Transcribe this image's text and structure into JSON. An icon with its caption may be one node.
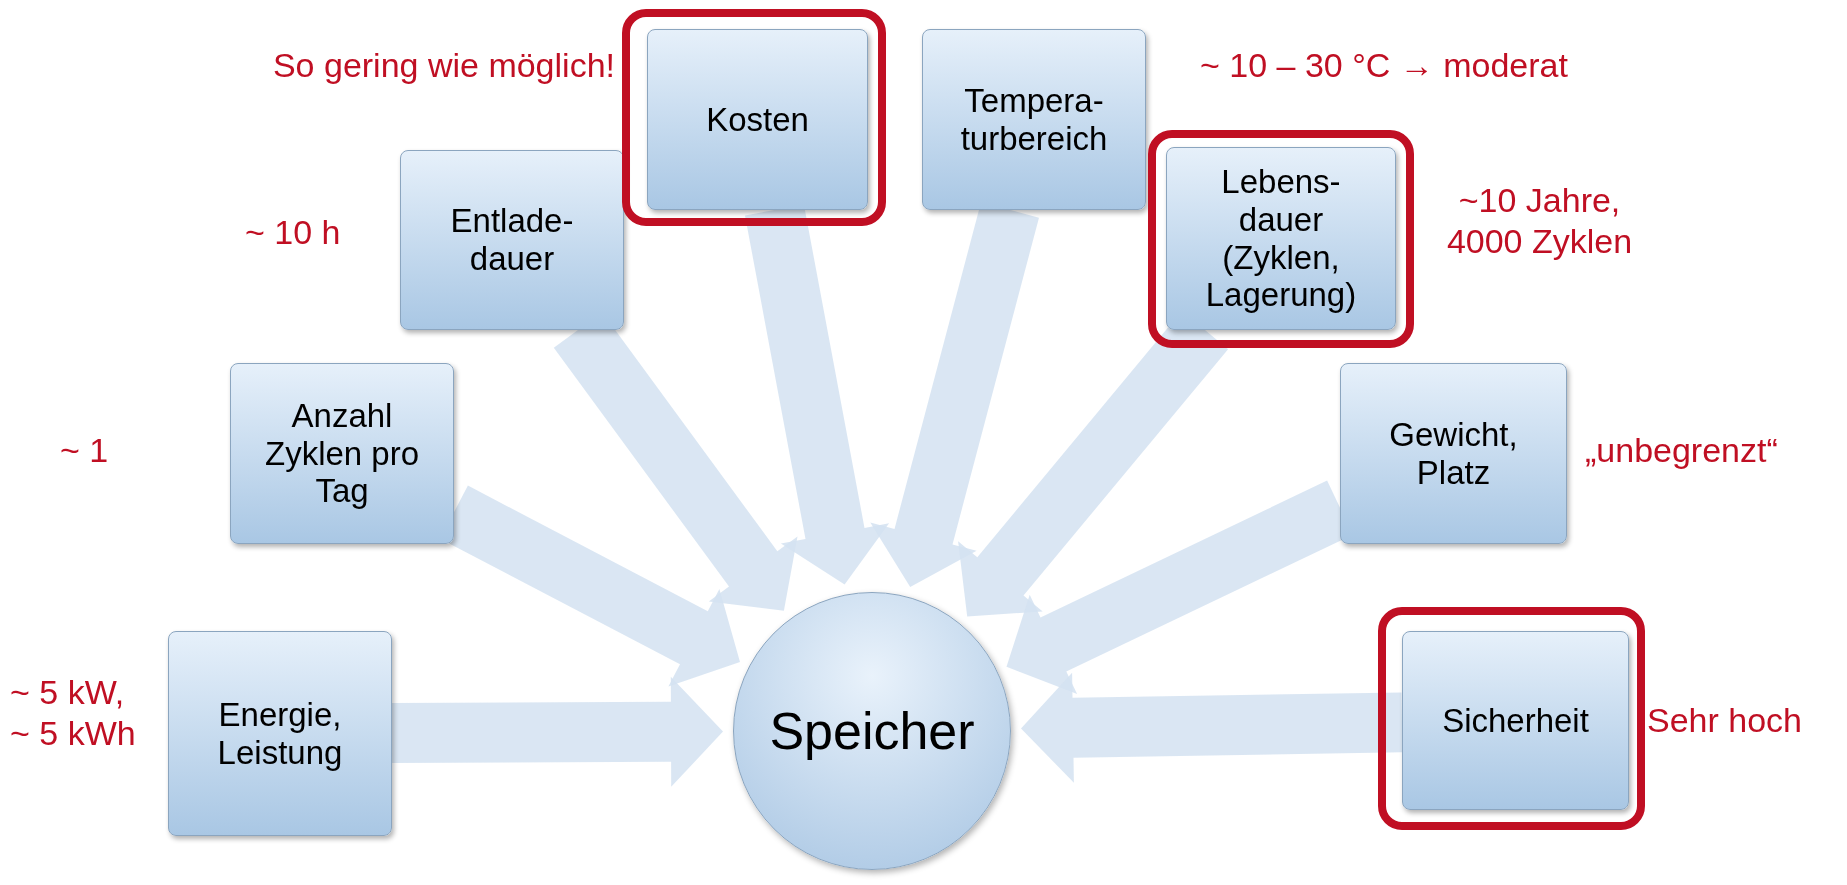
{
  "diagram": {
    "nodes": [
      {
        "text": [
          "Energie, Leistung"
        ],
        "beside": [
          "~ 5 kW, ~ 5 kWh"
        ]
      },
      {
        "text": [
          "Anzahl Zyklen pro Tag"
        ],
        "beside": [
          "~ 1"
        ]
      },
      {
        "text": [
          "Entlade- dauer"
        ],
        "beside": [
          "~ 10 h"
        ]
      },
      {
        "text": [],
        "shape": "box"
      },
      {
        "text": [
          "Kosten"
        ],
        "in": 3,
        "beside": [
          "So gering wie möglich!"
        ]
      },
      {
        "text": [
          "Tempera- turbereich"
        ],
        "beside": [
          "~ 10 – 30 °C → moderat"
        ]
      },
      {
        "text": [],
        "shape": "box"
      },
      {
        "text": [
          "Lebens- dauer (Zyklen, Lagerung)"
        ],
        "in": 6,
        "beside": [
          "~10 Jahre, 4000 Zyklen"
        ]
      },
      {
        "text": [
          "Gewicht, Platz"
        ],
        "beside": [
          "„unbegrenzt“"
        ]
      },
      {
        "text": [],
        "shape": "box"
      },
      {
        "text": [
          "Sicherheit"
        ],
        "in": 9,
        "beside": [
          "Sehr hoch"
        ]
      },
      {
        "text": [
          "Speicher"
        ]
      }
    ],
    "edges": [
      {
        "from": 0,
        "to": 11,
        "arrow": "to"
      },
      {
        "from": 1,
        "to": 11,
        "arrow": "to"
      },
      {
        "from": 2,
        "to": 11,
        "arrow": "to"
      },
      {
        "from": 4,
        "to": 11,
        "arrow": "to"
      },
      {
        "from": 5,
        "to": 11,
        "arrow": "to"
      },
      {
        "from": 7,
        "to": 11,
        "arrow": "to"
      },
      {
        "from": 8,
        "to": 11,
        "arrow": "to"
      },
      {
        "from": 10,
        "to": 11,
        "arrow": "to"
      }
    ]
  }
}
